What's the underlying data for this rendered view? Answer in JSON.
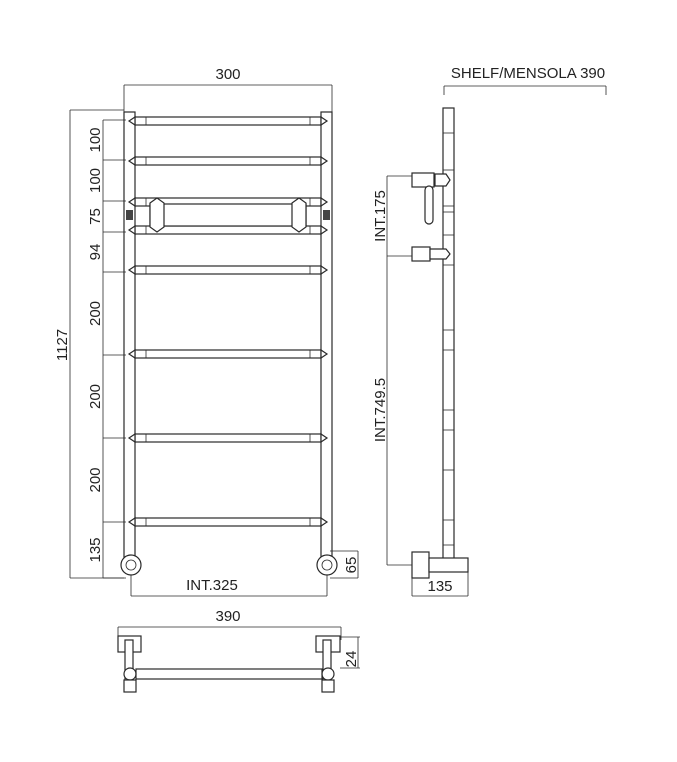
{
  "front_view": {
    "width_label": "300",
    "total_height_label": "1127",
    "spacings": [
      "100",
      "100",
      "75",
      "94",
      "200",
      "200",
      "200",
      "135"
    ],
    "interaxis_label": "INT.325",
    "valve_height_label": "65"
  },
  "top_view": {
    "width_label": "390",
    "depth_label": "24"
  },
  "side_view": {
    "shelf_label": "SHELF/MENSOLA 390",
    "bracket_interaxis_label": "INT.175",
    "wall_interaxis_label": "INT.749.5",
    "depth_label": "135"
  }
}
